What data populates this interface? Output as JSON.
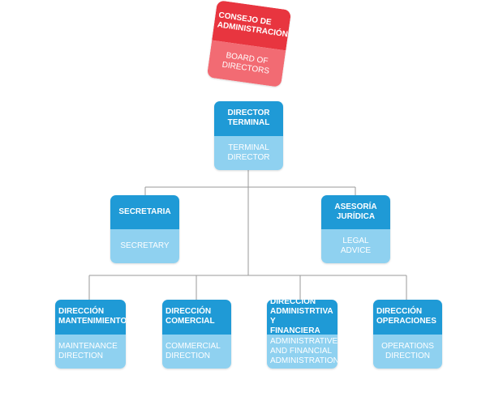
{
  "colors": {
    "board_primary": "#e8353f",
    "board_secondary": "#f26b73",
    "node_primary": "#1f9ad6",
    "node_secondary": "#8fd1f0",
    "connector": "#9a9a9a"
  },
  "board": {
    "es": "CONSEJO DE\nADMINISTRACIÓN",
    "en": "BOARD OF\nDIRECTORS"
  },
  "director": {
    "es": "DIRECTOR\nTERMINAL",
    "en": "TERMINAL\nDIRECTOR"
  },
  "secretaria": {
    "es": "SECRETARIA",
    "en": "SECRETARY"
  },
  "asesoria": {
    "es": "ASESORÍA\nJURÍDICA",
    "en": "LEGAL\nADVICE"
  },
  "directions": [
    {
      "es": "DIRECCIÓN\nMANTENIMIENTO",
      "en": "MAINTENANCE\nDIRECTION"
    },
    {
      "es": "DIRECCIÓN\nCOMERCIAL",
      "en": "COMMERCIAL\nDIRECTION"
    },
    {
      "es": "DIRECCIÓN\nADMINISTRTIVA Y\nFINANCIERA",
      "en": "ADMINISTRATIVE\nAND FINANCIAL\nADMINISTRATION"
    },
    {
      "es": "DIRECCIÓN\nOPERACIONES",
      "en": "OPERATIONS\nDIRECTION"
    }
  ]
}
